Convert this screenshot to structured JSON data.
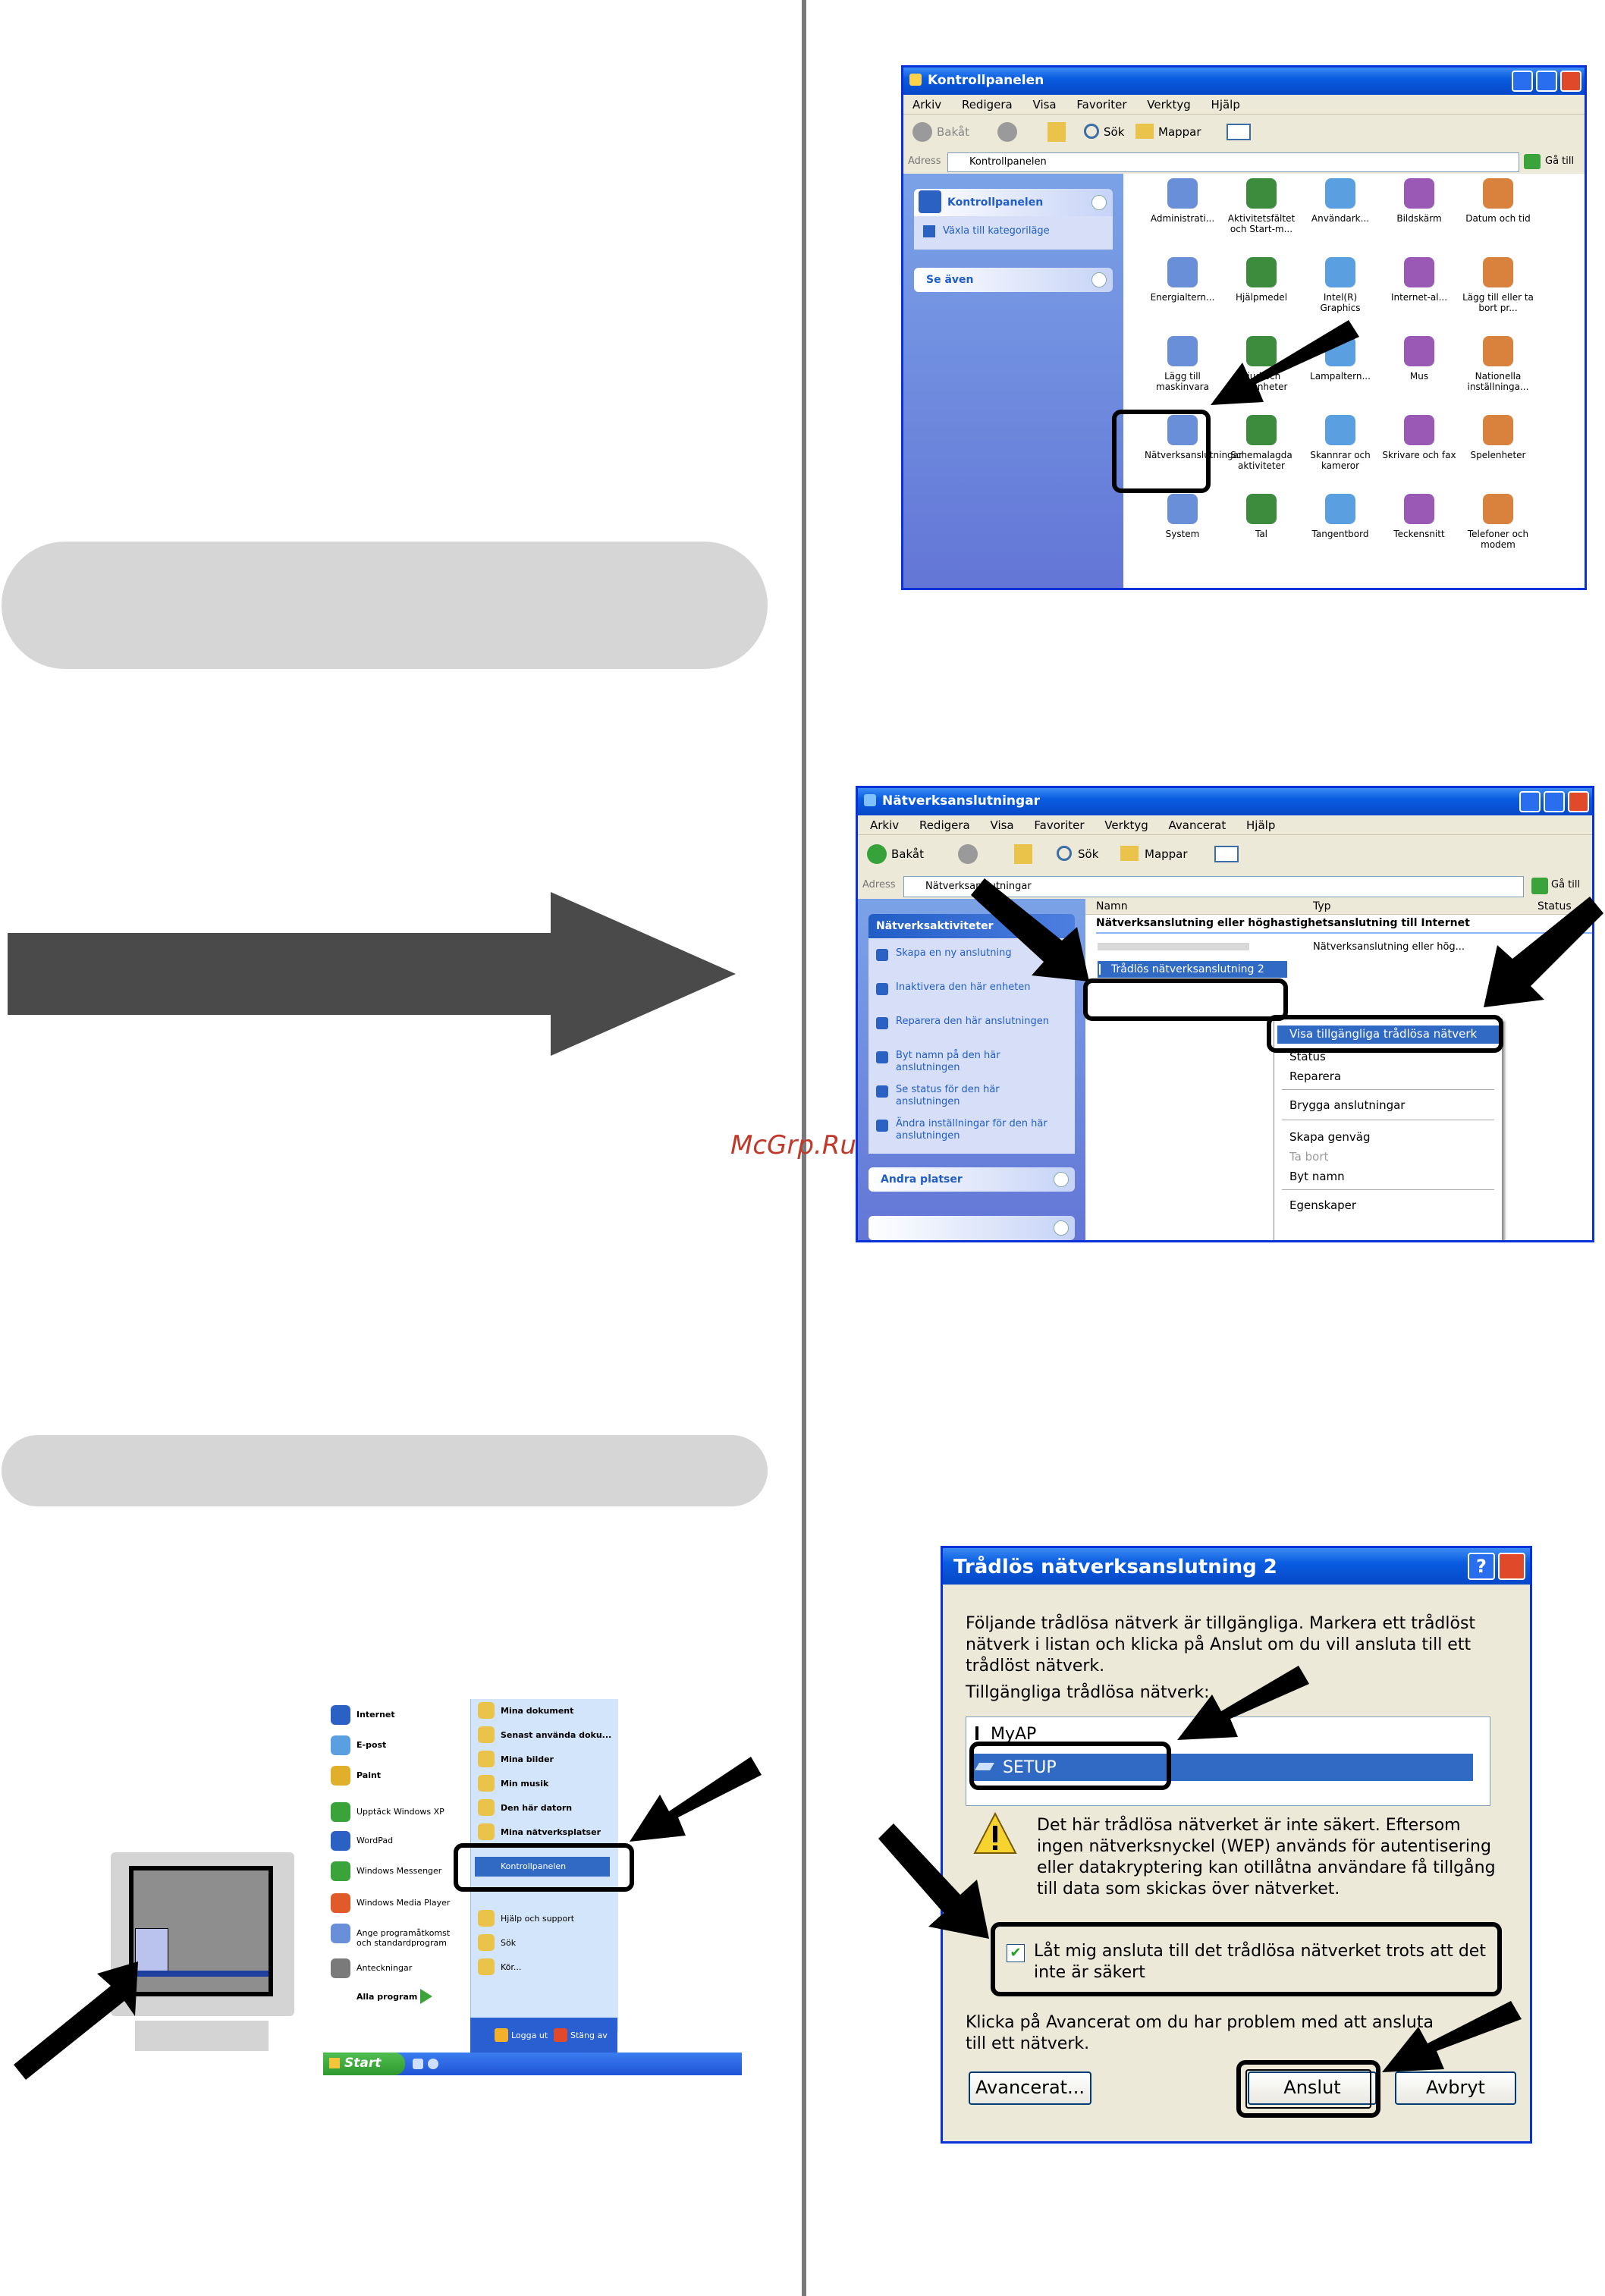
{
  "watermark": "McGrp.Ru",
  "control_panel": {
    "title": "Kontrollpanelen",
    "menu": [
      "Arkiv",
      "Redigera",
      "Visa",
      "Favoriter",
      "Verktyg",
      "Hjälp"
    ],
    "toolbar": {
      "back": "Bakåt",
      "search": "Sök",
      "folders": "Mappar"
    },
    "address_label": "Adress",
    "address_value": "Kontrollpanelen",
    "go": "Gå till",
    "sidebar_title": "Kontrollpanelen",
    "sidebar_link": "Växla till kategoriläge",
    "see_also": "Se även",
    "icons": [
      "Administrati...",
      "Aktivitetsfältet och Start-m...",
      "Användark...",
      "Bildskärm",
      "Datum och tid",
      "Energialtern...",
      "Hjälpmedel",
      "Intel(R) Graphics",
      "Internet-al...",
      "Lägg till eller ta bort pr...",
      "Lägg till maskinvara",
      "Ljud och ljudenheter",
      "Lampaltern...",
      "Mus",
      "Nationella inställninga...",
      "Nätverksanslutningar",
      "Schemalagda aktiviteter",
      "Skannrar och kameror",
      "Skrivare och fax",
      "Spelenheter",
      "System",
      "Tal",
      "Tangentbord",
      "Teckensnitt",
      "Telefoner och modem"
    ]
  },
  "network_connections": {
    "title": "Nätverksanslutningar",
    "menu": [
      "Arkiv",
      "Redigera",
      "Visa",
      "Favoriter",
      "Verktyg",
      "Avancerat",
      "Hjälp"
    ],
    "toolbar": {
      "back": "Bakåt",
      "search": "Sök",
      "folders": "Mappar"
    },
    "address_label": "Adress",
    "address_value": "Nätverksanslutningar",
    "go": "Gå till",
    "tasks_title": "Nätverksaktiviteter",
    "tasks": [
      "Skapa en ny anslutning",
      "Inaktivera den här enheten",
      "Reparera den här anslutningen",
      "Byt namn på den här anslutningen",
      "Se status för den här anslutningen",
      "Ändra inställningar för den här anslutningen"
    ],
    "other_places": "Andra platser",
    "columns": [
      "Namn",
      "Typ",
      "Status"
    ],
    "group_header": "Nätverksanslutning eller höghastighetsanslutning till Internet",
    "selected_item": "Trådlös nätverksanslutning 2",
    "type_value": "Nätverksanslutning eller hög...",
    "context_menu": [
      "Visa tillgängliga trådlösa nätverk",
      "Status",
      "Reparera",
      "Brygga anslutningar",
      "Skapa genväg",
      "Ta bort",
      "Byt namn",
      "Egenskaper"
    ]
  },
  "start_menu": {
    "left": [
      "Internet",
      "E-post",
      "Paint",
      "Upptäck Windows XP",
      "WordPad",
      "Windows Messenger",
      "Windows Media Player",
      "Ange programåtkomst och standardprogram",
      "Anteckningar"
    ],
    "all_programs": "Alla program",
    "right": [
      "Mina dokument",
      "Senast använda doku...",
      "Mina bilder",
      "Min musik",
      "Den här datorn",
      "Mina nätverksplatser",
      "Kontrollpanelen",
      "Hjälp och support",
      "Sök",
      "Kör..."
    ],
    "logoff": "Logga ut",
    "shutdown": "Stäng av",
    "start": "Start"
  },
  "wireless_dialog": {
    "title": "Trådlös nätverksanslutning 2",
    "intro": "Följande trådlösa nätverk är tillgängliga. Markera ett trådlöst nätverk i listan och klicka på Anslut om du vill ansluta till ett trådlöst nätverk.",
    "list_label": "Tillgängliga trådlösa nätverk:",
    "networks": [
      "MyAP",
      "SETUP"
    ],
    "warning": "Det här trådlösa nätverket är inte säkert. Eftersom ingen nätverksnyckel (WEP) används för autentisering eller datakryptering kan otillåtna användare få tillgång till data som skickas över nätverket.",
    "checkbox": "Låt mig ansluta till det trådlösa nätverket trots att det inte är säkert",
    "advanced_text": "Klicka på Avancerat om du har problem med att ansluta till ett nätverk.",
    "buttons": {
      "advanced": "Avancerat...",
      "connect": "Anslut",
      "cancel": "Avbryt"
    }
  },
  "colors": {
    "xp_blue": "#0a5ce0",
    "selection": "#316ac5",
    "pill": "#d6d6d6",
    "arrow": "#4a4a4a"
  }
}
